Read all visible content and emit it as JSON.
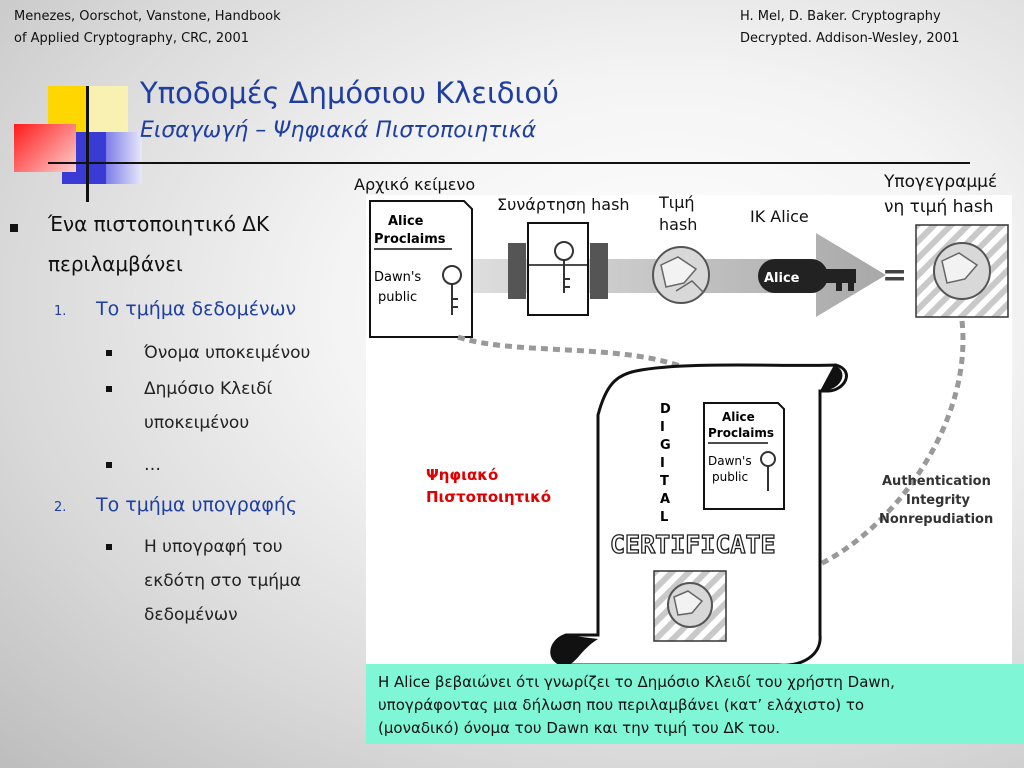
{
  "references": {
    "left": [
      "Menezes, Oorschot, Vanstone, Handbook",
      "of Applied Cryptography, CRC, 2001"
    ],
    "right": [
      "H. Mel, D. Baker. Cryptography",
      "Decrypted. Addison-Wesley, 2001"
    ]
  },
  "title": "Υποδομές Δημόσιου Κλειδιού",
  "subtitle": "Εισαγωγή – Ψηφιακά Πιστοποιητικά",
  "content": {
    "bullet_lines": [
      "Ένα πιστοποιητικό ΔΚ",
      "περιλαμβάνει"
    ],
    "sections": [
      {
        "number": "1.",
        "label": "Το τμήμα δεδομένων",
        "items": [
          [
            "Όνομα υποκειμένου"
          ],
          [
            "Δημόσιο Κλειδί",
            "υποκειμένου"
          ],
          [
            "…"
          ]
        ]
      },
      {
        "number": "2.",
        "label": "Το τμήμα υπογραφής",
        "items": [
          [
            "Η υπογραφή του",
            "εκδότη στο τμήμα",
            "δεδομένων"
          ]
        ]
      }
    ]
  },
  "diagram": {
    "labels": {
      "original_text": "Αρχικό κείμενο",
      "hash_function": "Συνάρτηση hash",
      "hash_value": [
        "Τιμή",
        "hash"
      ],
      "private_key": "ΙΚ Alice",
      "signed_hash": [
        "Υπογεγραμμέ",
        "νη τιμή hash"
      ],
      "digital_certificate": [
        "Ψηφιακό",
        "Πιστοποιητικό"
      ]
    },
    "document": [
      "Alice",
      "Proclaims",
      "Dawn's",
      "public"
    ],
    "key_name": "Alice",
    "equals": "=",
    "vertical_word": [
      "D",
      "I",
      "G",
      "I",
      "T",
      "A",
      "L"
    ],
    "certificate_word": "CERTIFICATE",
    "properties": [
      "Authentication",
      "Integrity",
      "Nonrepudiation"
    ]
  },
  "caption": [
    "Η Alice βεβαιώνει ότι γνωρίζει το Δημόσιο Κλειδί του χρήστη Dawn,",
    "υπογράφοντας μια δήλωση που περιλαμβάνει (κατ’ ελάχιστο) το",
    "(μοναδικό) όνομα του Dawn και την τιμή του ΔΚ του."
  ]
}
